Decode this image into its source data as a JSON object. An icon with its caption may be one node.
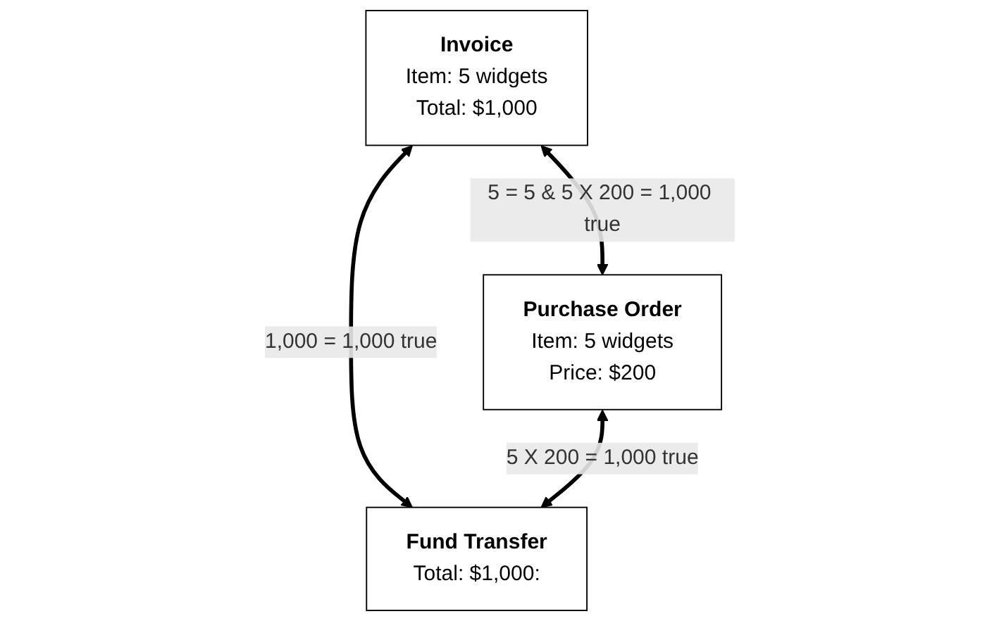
{
  "diagram": {
    "nodes": [
      {
        "text": [
          "Invoice",
          "Item: 5 widgets",
          "Total: $1,000"
        ]
      },
      {
        "text": [
          "Purchase Order",
          "Item: 5 widgets",
          "Price: $200"
        ]
      },
      {
        "text": [
          "Fund Transfer",
          "Total: $1,000:"
        ]
      }
    ],
    "edges": [
      {
        "from": 0,
        "to": 1,
        "arrow": "both",
        "label": "5 = 5 & 5 X 200 = 1,000 true"
      },
      {
        "from": 0,
        "to": 2,
        "arrow": "both",
        "label": "1,000 = 1,000 true"
      },
      {
        "from": 1,
        "to": 2,
        "arrow": "both",
        "label": "5 X 200 = 1,000 true"
      }
    ]
  }
}
